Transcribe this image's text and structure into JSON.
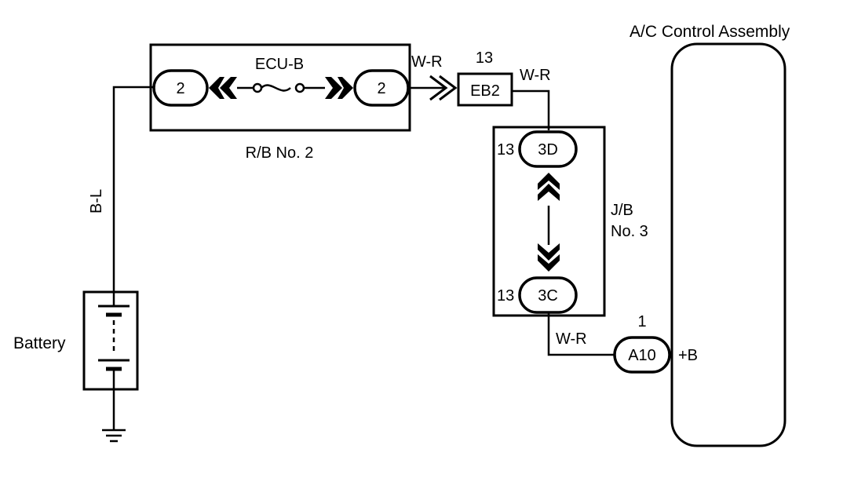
{
  "labels": {
    "assembly": "A/C Control Assembly",
    "fuse": "ECU-B",
    "relay_block": "R/B No. 2",
    "junction_block_line1": "J/B",
    "junction_block_line2": "No. 3",
    "battery": "Battery",
    "wire_battery": "B-L",
    "wire_rb_out": "W-R",
    "wire_eb2_out": "W-R",
    "wire_jb_out": "W-R",
    "pin_eb2": "13",
    "pin_3d": "13",
    "pin_3c": "13",
    "pin_a10": "1",
    "terminal_plus_b": "+B"
  },
  "connectors": {
    "rb_left": "2",
    "rb_right": "2",
    "eb2": "EB2",
    "jb_3d": "3D",
    "jb_3c": "3C",
    "a10": "A10"
  }
}
